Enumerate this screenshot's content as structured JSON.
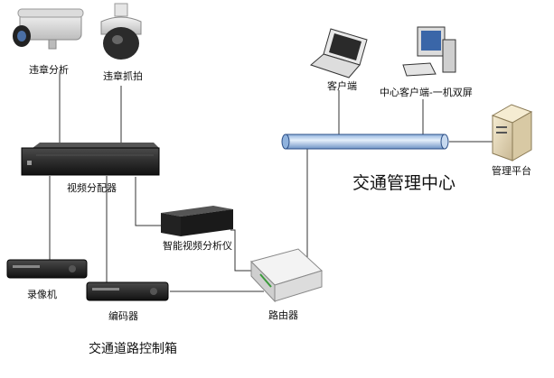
{
  "labels": {
    "camera_violation_analysis": "违章分析",
    "camera_violation_capture": "违章抓拍",
    "video_distributor": "视频分配器",
    "smart_video_analyzer": "智能视频分析仪",
    "recorder": "录像机",
    "encoder": "编码器",
    "router": "路由器",
    "client": "客户端",
    "center_client": "中心客户端-一机双屏",
    "management_platform": "管理平台"
  },
  "groups": {
    "traffic_control_box": "交通道路控制箱",
    "traffic_management_center": "交通管理中心"
  }
}
